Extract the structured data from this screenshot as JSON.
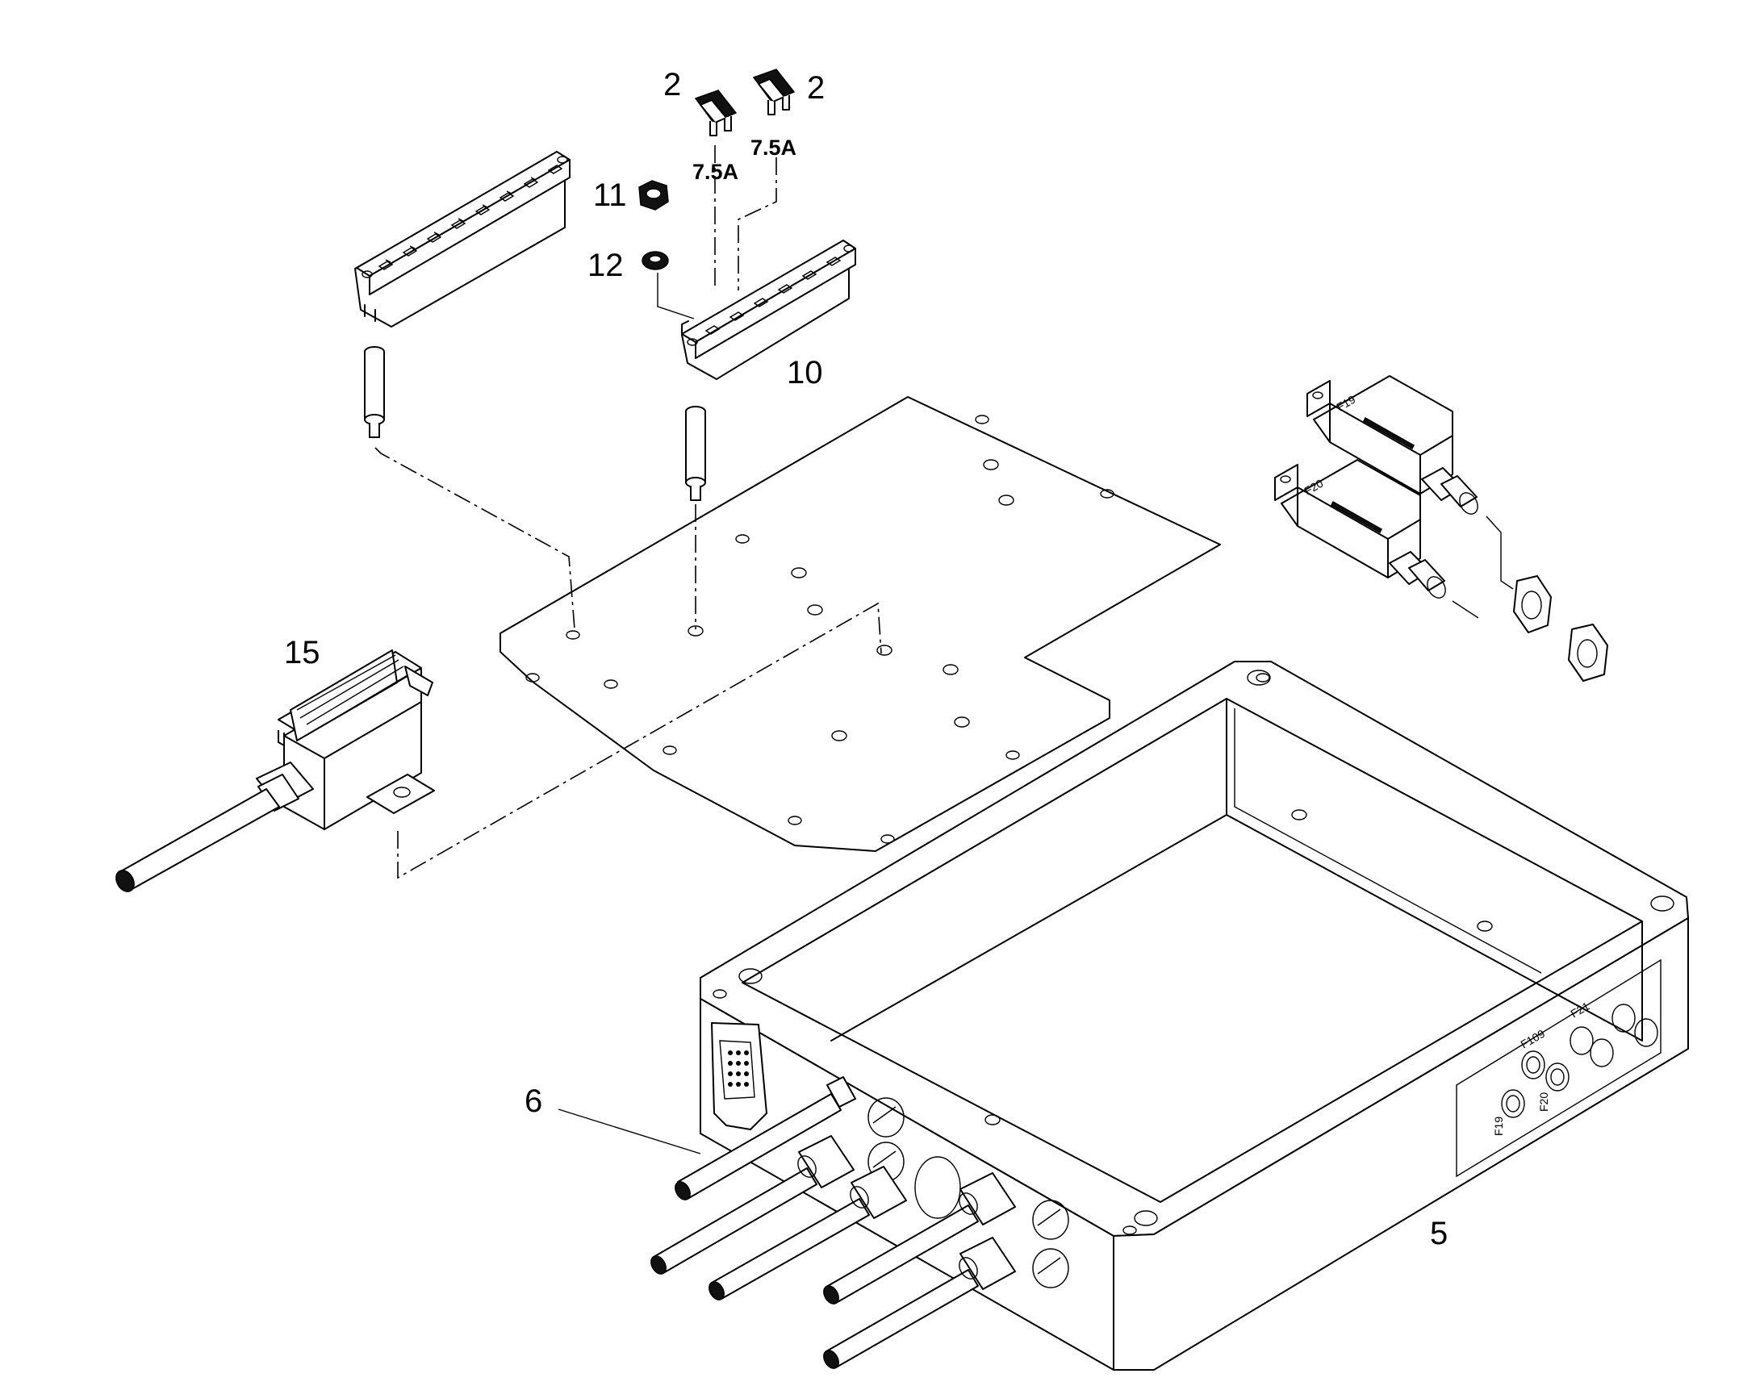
{
  "callouts": {
    "fuse_left": "2",
    "fuse_right": "2",
    "nut": "11",
    "washer": "12",
    "terminal_block": "10",
    "relay": "15",
    "cable": "6",
    "housing": "5"
  },
  "fuse_ratings": {
    "left": "7.5A",
    "right": "7.5A"
  },
  "breaker_labels": {
    "upper": "F19",
    "lower": "F20"
  },
  "housing_panel_labels": {
    "f109": "F109",
    "f21": "F21",
    "f19": "F19",
    "f20": "F20"
  }
}
